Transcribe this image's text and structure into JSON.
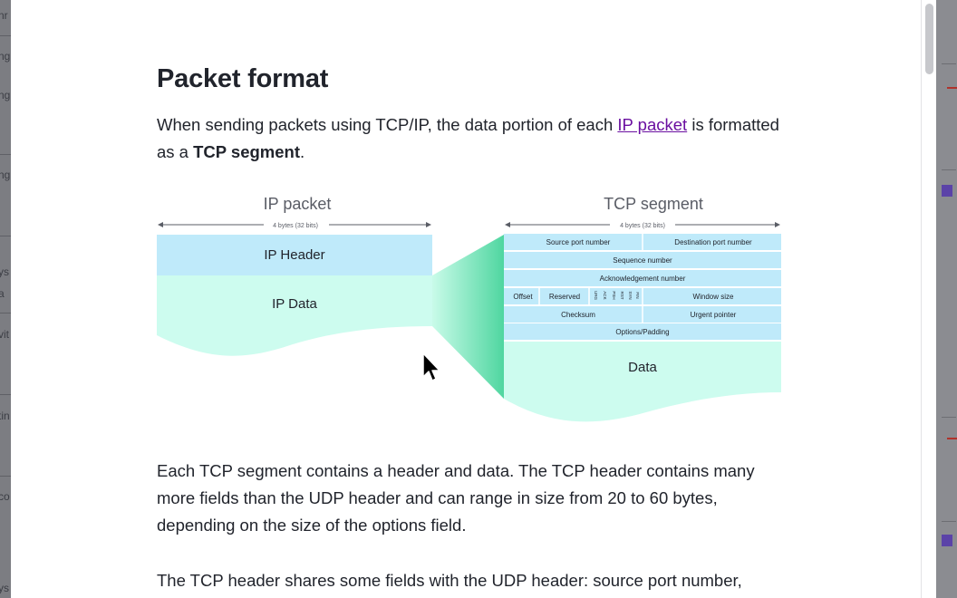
{
  "backdrop": {
    "left_fragments": [
      "nr",
      "ng",
      "ng",
      "ng",
      "ys",
      "a",
      "vit",
      "tin",
      "co",
      "ys"
    ]
  },
  "article": {
    "heading": "Packet format",
    "intro": {
      "before_link": "When sending packets using TCP/IP, the data portion of each ",
      "link": "IP packet",
      "after_link": " is formatted as a ",
      "bold": "TCP segment",
      "end": "."
    },
    "para2": "Each TCP segment contains a header and data. The TCP header contains many more fields than the UDP header and can range in size from 20 to 60 bytes, depending on the size of the options field.",
    "para3": "The TCP header shares some fields with the UDP header: source port number,"
  },
  "diagram": {
    "ip_title": "IP packet",
    "ip_width_label": "4 bytes (32 bits)",
    "ip_header": "IP Header",
    "ip_data": "IP Data",
    "tcp_title": "TCP segment",
    "tcp_width_label": "4 bytes (32 bits)",
    "fields": {
      "source_port": "Source port number",
      "dest_port": "Destination port number",
      "sequence": "Sequence number",
      "ack": "Acknowledgement number",
      "offset": "Offset",
      "reserved": "Reserved",
      "flags": [
        "URG",
        "ACK",
        "PSH",
        "RST",
        "SYN",
        "FIN"
      ],
      "window": "Window size",
      "checksum": "Checksum",
      "urgent": "Urgent pointer",
      "options": "Options/Padding"
    },
    "tcp_data": "Data",
    "colors": {
      "header": "#bfeafa",
      "data": "#cdfcef",
      "connector": "#5bdca8",
      "text": "#21242c"
    }
  }
}
